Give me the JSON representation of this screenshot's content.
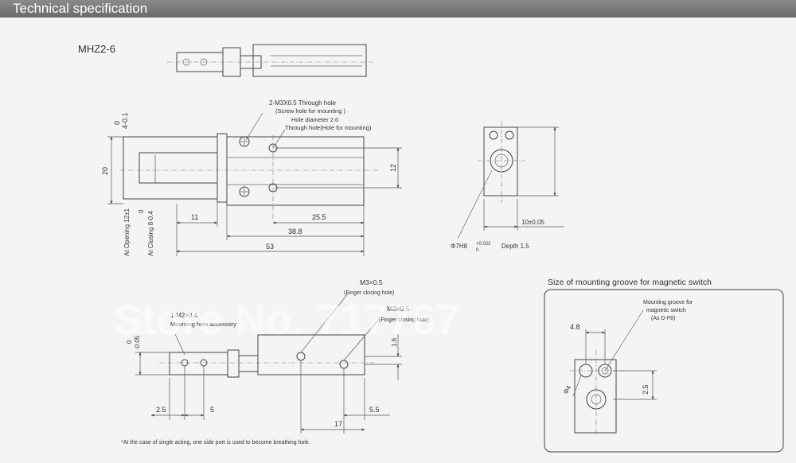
{
  "header": {
    "title": "Technical specification"
  },
  "model": "MHZ2-6",
  "top_view": {
    "callouts": {
      "thread": "2-M3X0.5 Through hole",
      "thread_note": "(Screw hole for mounting )",
      "hole_dia": "Hole diameter 2.6",
      "hole_note": "Through hole(Hole for mounting)"
    },
    "dims": {
      "open_tol": "0\n4-0.1",
      "height": "20",
      "body_h": "12",
      "jaw": "11",
      "d25": "25.5",
      "d38": "38.8",
      "d53": "53",
      "at_opening": "At Opening 12±1",
      "at_closing": "At Closing 8-0.4",
      "closing_tol": "0"
    }
  },
  "end_view": {
    "width": "10±0.05",
    "bore": "Φ7H8",
    "bore_tol": "+0.022",
    "bore_tol_low": "0",
    "depth": "Depth 1.5"
  },
  "side_view": {
    "port1": "M3×0.5",
    "port1_note": "(Finger closing hole)",
    "port2": "M3×0.5",
    "port2_note": "(Finger closing hole)",
    "mount_note": "1-M2×0.4",
    "mount_note2": "Mounting hole accessory",
    "tol_top": "0",
    "tol_bot": "-0.05",
    "right_dim": "1.6",
    "d25": "2.5",
    "d5": "5",
    "d17": "17",
    "d55": "5.5",
    "footnote": "*At the case of single acting, one side port is used to become breathing hole."
  },
  "groove": {
    "title": "Size of mounting groove for magnetic switch",
    "label1": "Mounting groove for",
    "label2": "magnetic switch",
    "label3": "(As D-F8)",
    "d48": "4.8",
    "d4": "Φ4",
    "d25": "2.5"
  },
  "watermark": "Store No. 717767"
}
